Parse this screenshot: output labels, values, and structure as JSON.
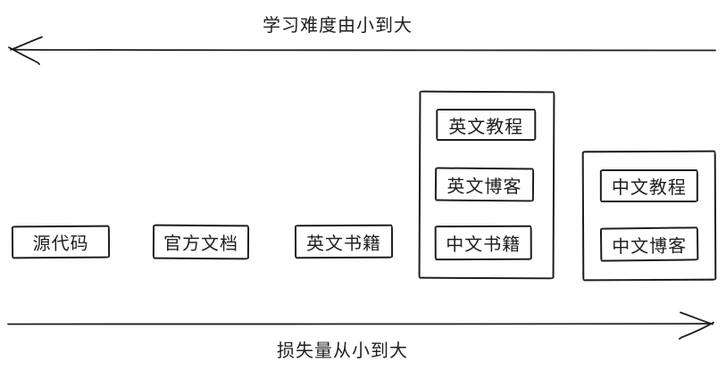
{
  "top_arrow": {
    "label": "学习难度由小到大",
    "direction": "left"
  },
  "bottom_arrow": {
    "label": "损失量从小到大",
    "direction": "right"
  },
  "boxes": [
    {
      "label": "源代码"
    },
    {
      "label": "官方文档"
    },
    {
      "label": "英文书籍"
    }
  ],
  "groups": [
    {
      "name": "group-english-and-chinese-books",
      "items": [
        {
          "label": "英文教程"
        },
        {
          "label": "英文博客"
        },
        {
          "label": "中文书籍"
        }
      ]
    },
    {
      "name": "group-chinese-tutorials-blogs",
      "items": [
        {
          "label": "中文教程"
        },
        {
          "label": "中文博客"
        }
      ]
    }
  ],
  "colors": {
    "stroke": "#1e1e1e",
    "background": "#ffffff"
  }
}
